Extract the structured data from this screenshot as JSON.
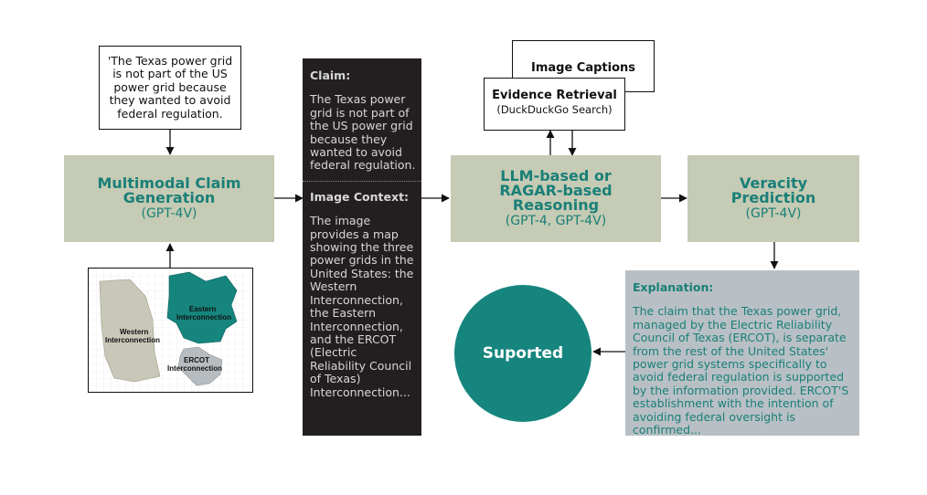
{
  "claim_input": {
    "text": "'The Texas power grid is not part of the US power grid because they wanted to avoid federal regulation."
  },
  "map_image": {
    "labels": {
      "western": [
        "Western",
        "Interconnection"
      ],
      "eastern": [
        "Eastern",
        "Interconnection"
      ],
      "ercot": [
        "ERCOT",
        "Interconnection"
      ]
    },
    "colors": {
      "western": "#c9c7b7",
      "eastern": "#15857e",
      "ercot": "#b7bcc0"
    }
  },
  "claim_generation": {
    "title": "Multimodal Claim Generation",
    "subtitle": "(GPT-4V)"
  },
  "generated": {
    "claim_heading": "Claim:",
    "claim_text": "The Texas power grid is not part of the US power grid because they wanted to avoid federal regulation.",
    "context_heading": "Image Context:",
    "context_text": "The image provides a map showing the three power grids in the United States: the Western Interconnection, the Eastern Interconnection, and the ERCOT (Electric Reliability Council of Texas) Interconnection..."
  },
  "reasoning": {
    "title": "LLM-based or RAGAR-based Reasoning",
    "subtitle": "(GPT-4, GPT-4V)"
  },
  "evidence": {
    "title": "Evidence Retrieval",
    "subtitle": "(DuckDuckGo Search)"
  },
  "captions": {
    "title": "Image Captions"
  },
  "veracity": {
    "title": "Veracity Prediction",
    "subtitle": "(GPT-4V)"
  },
  "explanation": {
    "heading": "Explanation:",
    "text": "The claim that the Texas power grid, managed by the Electric Reliability Council of Texas (ERCOT), is separate from the rest of the United States' power grid systems specifically to avoid federal regulation is supported by the information provided. ERCOT'S establishment with the intention of avoiding federal oversight is confirmed..."
  },
  "verdict": {
    "label": "Suported"
  }
}
